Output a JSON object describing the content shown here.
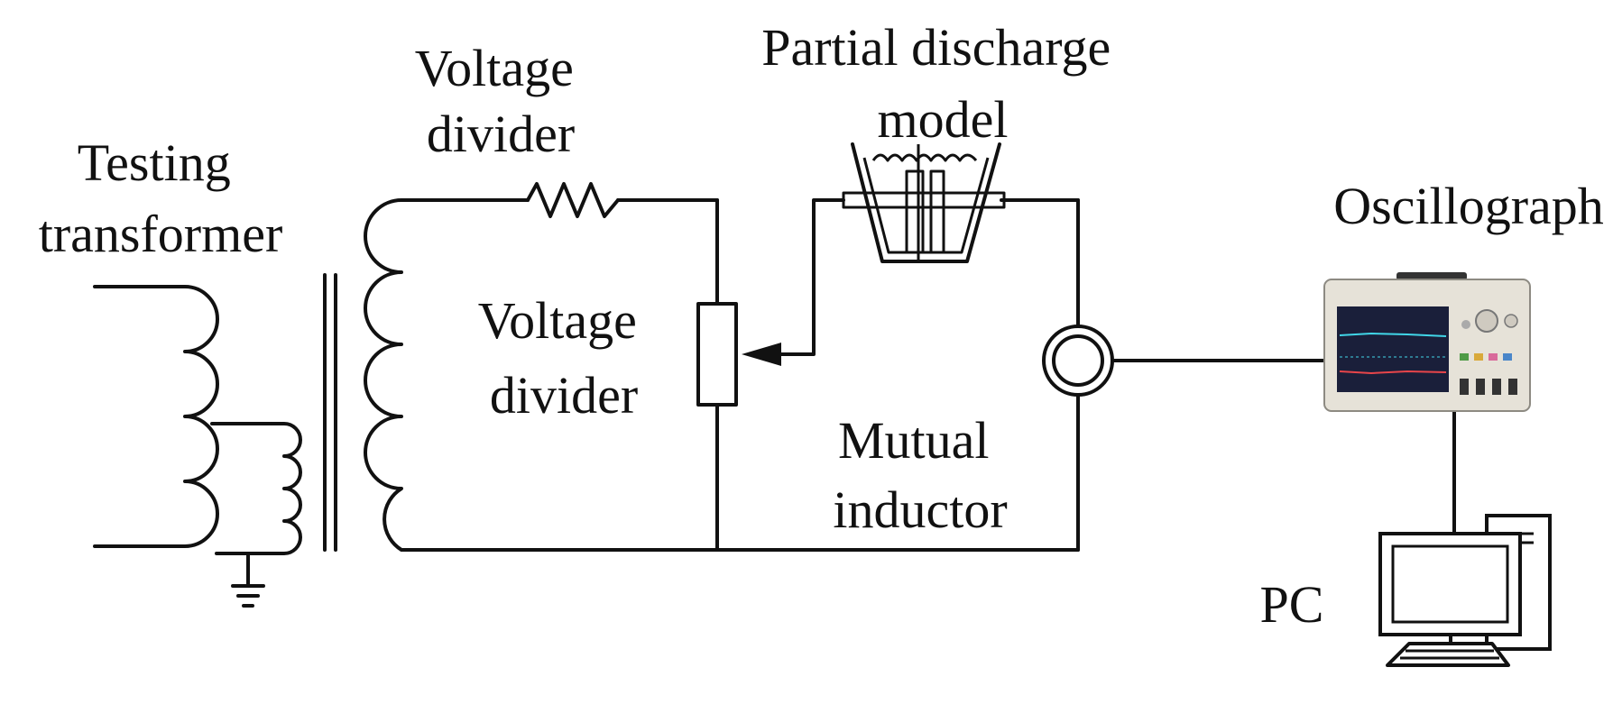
{
  "labels": {
    "testing_transformer": [
      "Testing",
      "transformer"
    ],
    "voltage_divider_top": [
      "Voltage",
      "divider"
    ],
    "partial_discharge_model": [
      "Partial discharge",
      "model"
    ],
    "voltage_divider_mid": [
      "Voltage",
      "divider"
    ],
    "mutual_inductor": [
      "Mutual",
      "inductor"
    ],
    "oscillograph": "Oscillograph",
    "pc": "PC"
  },
  "colors": {
    "wire": "#111111",
    "scope_body": "#e6e2d8",
    "scope_screen": "#1a1f3a",
    "trace_cyan": "#41d6e8",
    "trace_red": "#e8454a"
  }
}
